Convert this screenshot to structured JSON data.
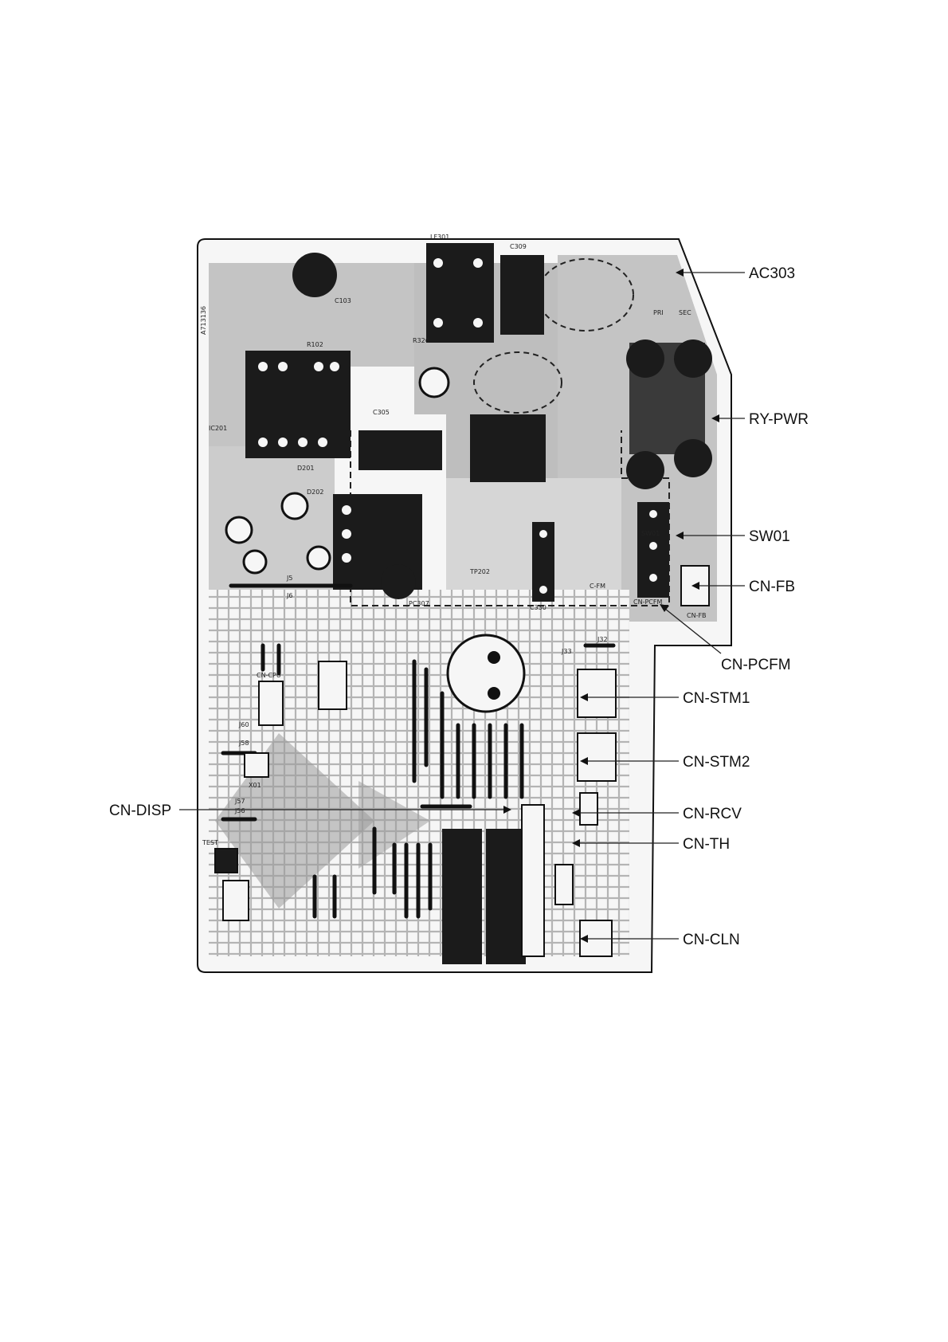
{
  "board": {
    "part_number": "A713136",
    "colors": {
      "background": "#ffffff",
      "board_fill": "#f6f6f6",
      "trace_gray": "#9a9a9a",
      "copper_dark": "#1b1b1b",
      "outline": "#111111"
    }
  },
  "labels": {
    "ac303": "AC303",
    "ry_pwr": "RY-PWR",
    "sw01": "SW01",
    "cn_fb": "CN-FB",
    "cn_pcfm": "CN-PCFM",
    "cn_stm1": "CN-STM1",
    "cn_stm2": "CN-STM2",
    "cn_disp": "CN-DISP",
    "cn_rcv": "CN-RCV",
    "cn_th": "CN-TH",
    "cn_cln": "CN-CLN"
  },
  "silkscreen": {
    "lf301": "LF301",
    "c309": "C309",
    "c103": "C103",
    "r102": "R102",
    "r326": "R326",
    "c305": "C305",
    "d201": "D201",
    "d202": "D202",
    "pc307": "PC307",
    "c330": "C330",
    "c_fm": "C-FM",
    "tp202": "TP202",
    "j5": "J5",
    "j6": "J6",
    "j32": "J32",
    "j33": "J33",
    "j56": "J56",
    "j57": "J57",
    "j58": "J58",
    "j60": "J60",
    "test": "TEST",
    "cn_cpu": "CN-CPU",
    "x01": "X01",
    "sec": "SEC",
    "pri": "PRI",
    "ic201": "IC201"
  }
}
